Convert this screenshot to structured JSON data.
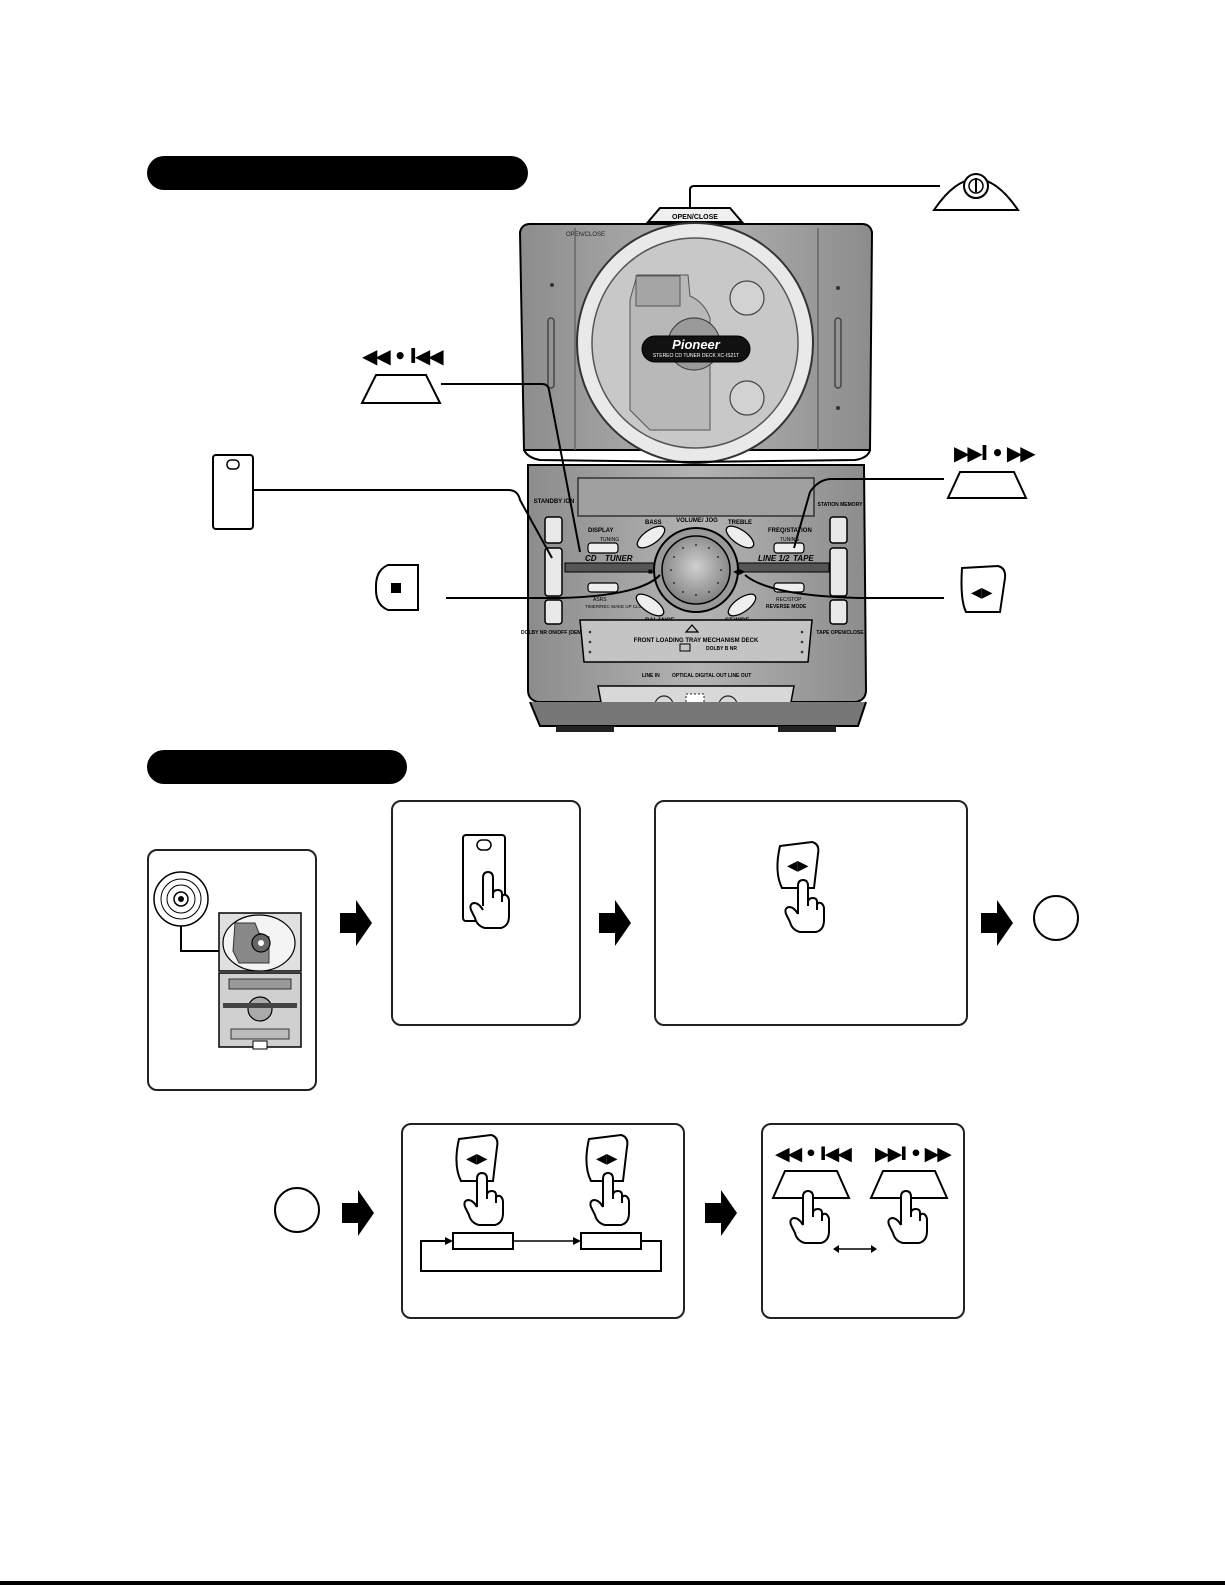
{
  "device": {
    "open_close_label": "OPEN/CLOSE",
    "open_close_left_label": "OPEN/CLOSE",
    "brand": "Pioneer",
    "model_line": "STEREO CD TUNER DECK XC-IS21T",
    "standby_label": "STANDBY /ON",
    "display_label": "DISPLAY",
    "tuning_left_label": "TUNING",
    "bass_label": "BASS",
    "volume_label": "VOLUME/ JOG",
    "treble_label": "TREBLE",
    "freq_label": "FREQ/STATION",
    "tuning_right_label": "TUNING",
    "station_memory_label": "STATION MEMORY",
    "cd_label": "CD",
    "tuner_label": "TUNER",
    "line_label": "LINE 1/2",
    "tape_label": "TAPE",
    "asrs_label": "ASRS",
    "timer_label": "TIMER/REC WAKE UP CLOCK ADJ",
    "rec_stop_label": "REC/STOP",
    "reverse_mode_label": "REVERSE MODE",
    "balance_label": "BALANCE",
    "st_wide_label": "ST.WIDE",
    "dolby_label": "DOLBY NR ON/OFF (DEMO)",
    "tape_open_label": "TAPE OPEN/CLOSE",
    "deck_label": "FRONT LOADING TRAY MECHANISM DECK",
    "dolby_system_label": "DOLBY B NR",
    "line_in_label": "LINE IN",
    "optical_label": "OPTICAL DIGITAL OUT",
    "line_out_label": "LINE OUT"
  },
  "icons": {
    "rewind_skip_back": "◀◀ • I◀◀",
    "skip_forward": "▶▶I • ▶▶",
    "stop": "■",
    "play_direction": "◀▶"
  }
}
